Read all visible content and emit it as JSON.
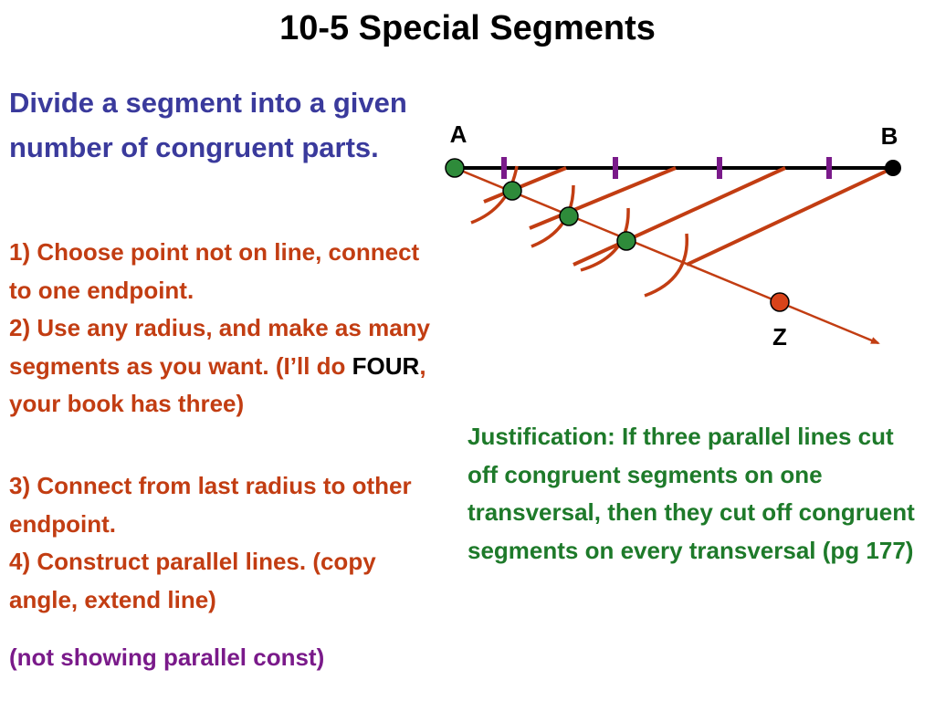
{
  "title": "10-5 Special Segments",
  "subtitle": "Divide a segment into a given number of congruent parts.",
  "steps": {
    "step1": "1)  Choose point not on line, connect to one endpoint.",
    "step2_before": "2)  Use any radius, and make as many segments as you want.  (I’ll do ",
    "step2_emph": "FOUR",
    "step2_after": ", your book has three)",
    "step3": "3)  Connect from last radius to other endpoint.",
    "step4": "4)  Construct parallel lines. (copy angle, extend line)"
  },
  "note": "(not showing parallel const)",
  "justification": "Justification: If three parallel lines cut off congruent segments on one transversal, then they cut off congruent segments on every transversal (pg 177)",
  "diagram": {
    "label_a": "A",
    "label_b": "B",
    "label_z": "Z"
  },
  "colors": {
    "title": "#000000",
    "subtitle": "#3a3a9c",
    "steps": "#c23d12",
    "note": "#7a1a8a",
    "justification": "#1e7a2a",
    "construction": "#c23d12",
    "tick": "#7a1a8a",
    "point_a": "#2e8b3a",
    "point_z": "#d8431a"
  }
}
